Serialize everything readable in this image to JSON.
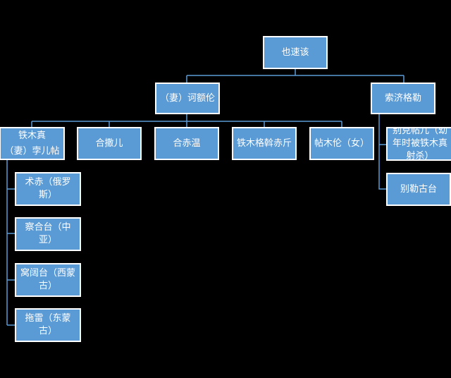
{
  "nodes": {
    "root": "也速该",
    "wife": "（妻）诃额伦",
    "suochige": "索济格勒",
    "temujin": "铁木真\n（妻）孛儿帖",
    "hesar": "合撒儿",
    "hachiun": "合赤温",
    "temuge": "铁木格斡赤斤",
    "temulun": "帖木伦（女）",
    "bekter": "别克帖儿（幼年时被铁木真射杀）",
    "belgutai": "别勒古台",
    "jochi": "术赤（俄罗斯）",
    "chagatai": "察合台（中亚）",
    "ogedei": "窝阔台（西蒙古）",
    "tolui": "拖雷（东蒙古）"
  },
  "colors": {
    "node_fill": "#5B9BD5",
    "node_border": "#FFFFFF",
    "connector": "#5B9BD5",
    "background": "#000000"
  }
}
